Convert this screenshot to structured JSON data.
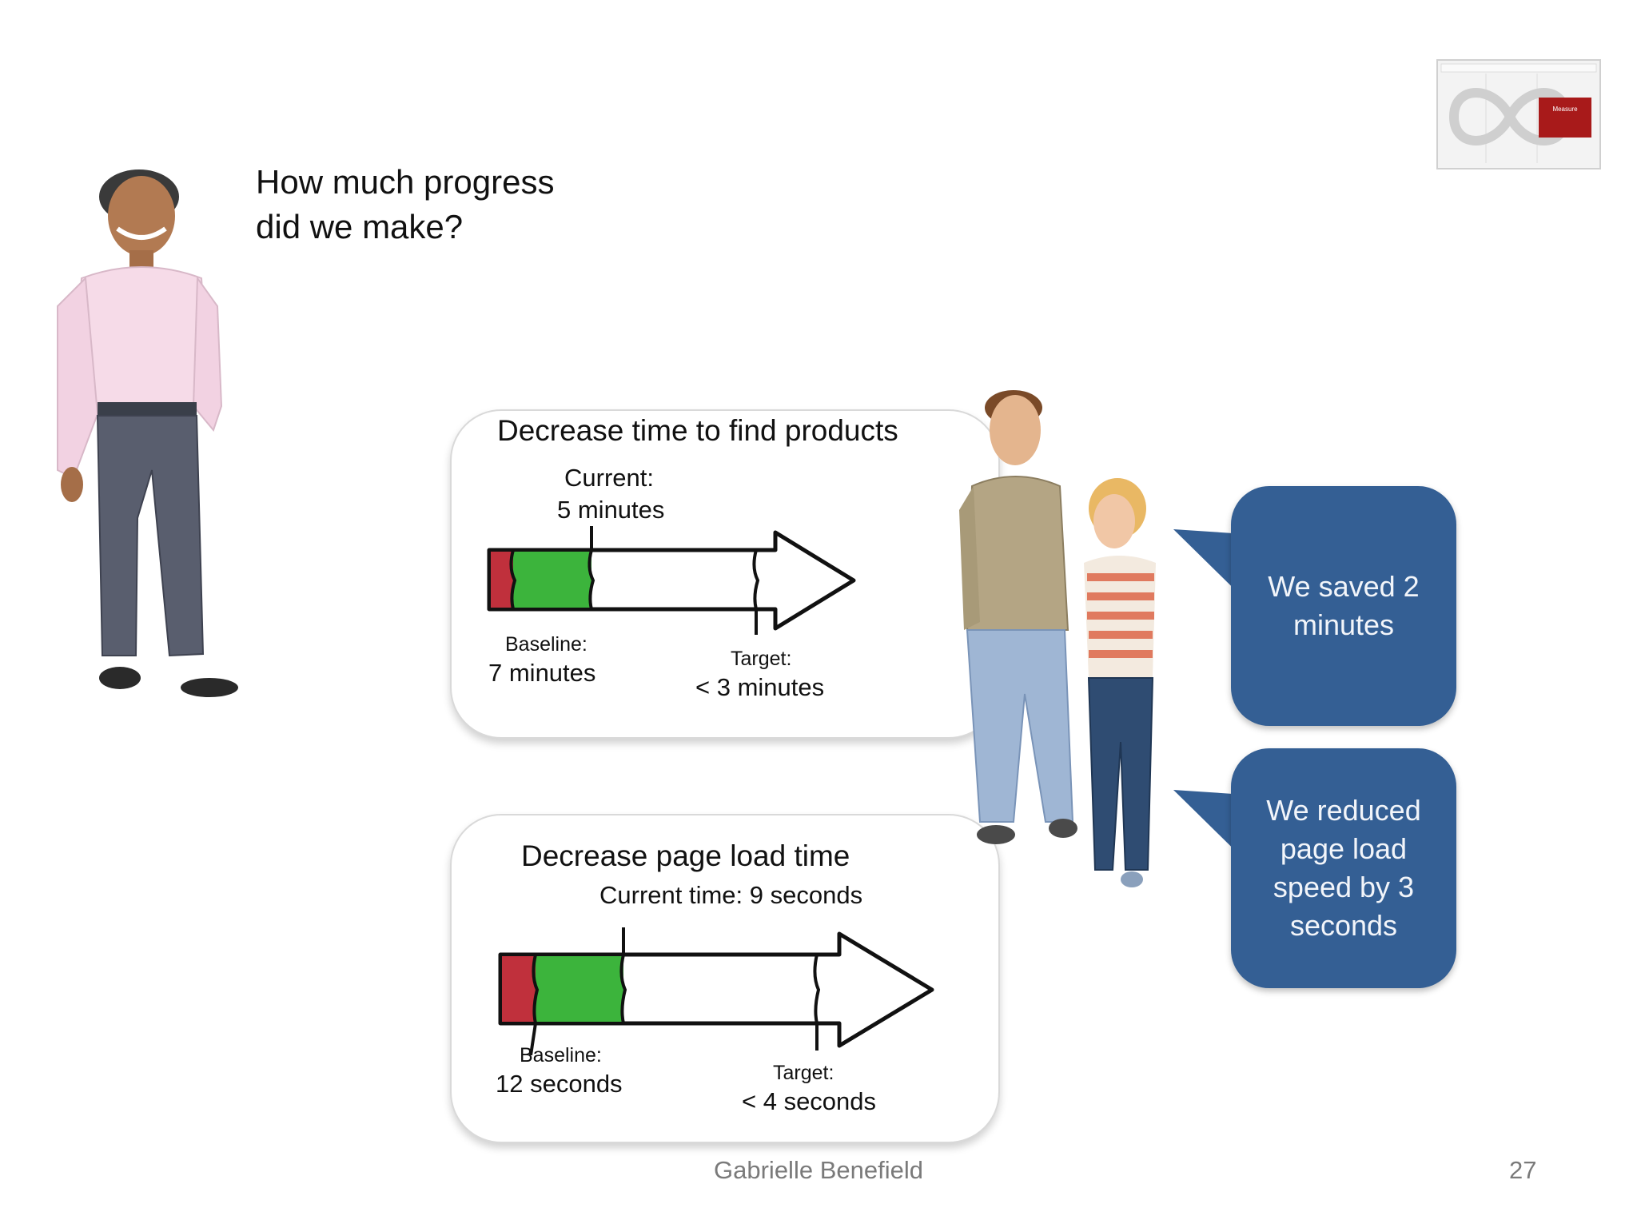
{
  "slide": {
    "question": [
      "How much progress",
      "did we make?"
    ],
    "footer": "Gabrielle Benefield",
    "page_number": "27"
  },
  "thumbnail": {
    "label": "Measure",
    "accent_color": "#a81a1a"
  },
  "goal_products": {
    "title": "Decrease time to find products",
    "current_label": "Current:",
    "current_value": "5 minutes",
    "baseline_label": "Baseline:",
    "baseline_value": "7 minutes",
    "target_label": "Target:",
    "target_value": "< 3 minutes"
  },
  "goal_page_load": {
    "title": "Decrease page load time",
    "current_text": "Current time: 9 seconds",
    "baseline_label": "Baseline:",
    "baseline_value": "12 seconds",
    "target_label": "Target:",
    "target_value": "< 4 seconds"
  },
  "bubbles": {
    "saved": [
      "We saved 2",
      "minutes"
    ],
    "reduced": [
      "We reduced",
      "page load",
      "speed by 3",
      "seconds"
    ],
    "color": "#345f94"
  },
  "colors": {
    "progress_red": "#c0303c",
    "progress_green": "#3cb43c"
  }
}
